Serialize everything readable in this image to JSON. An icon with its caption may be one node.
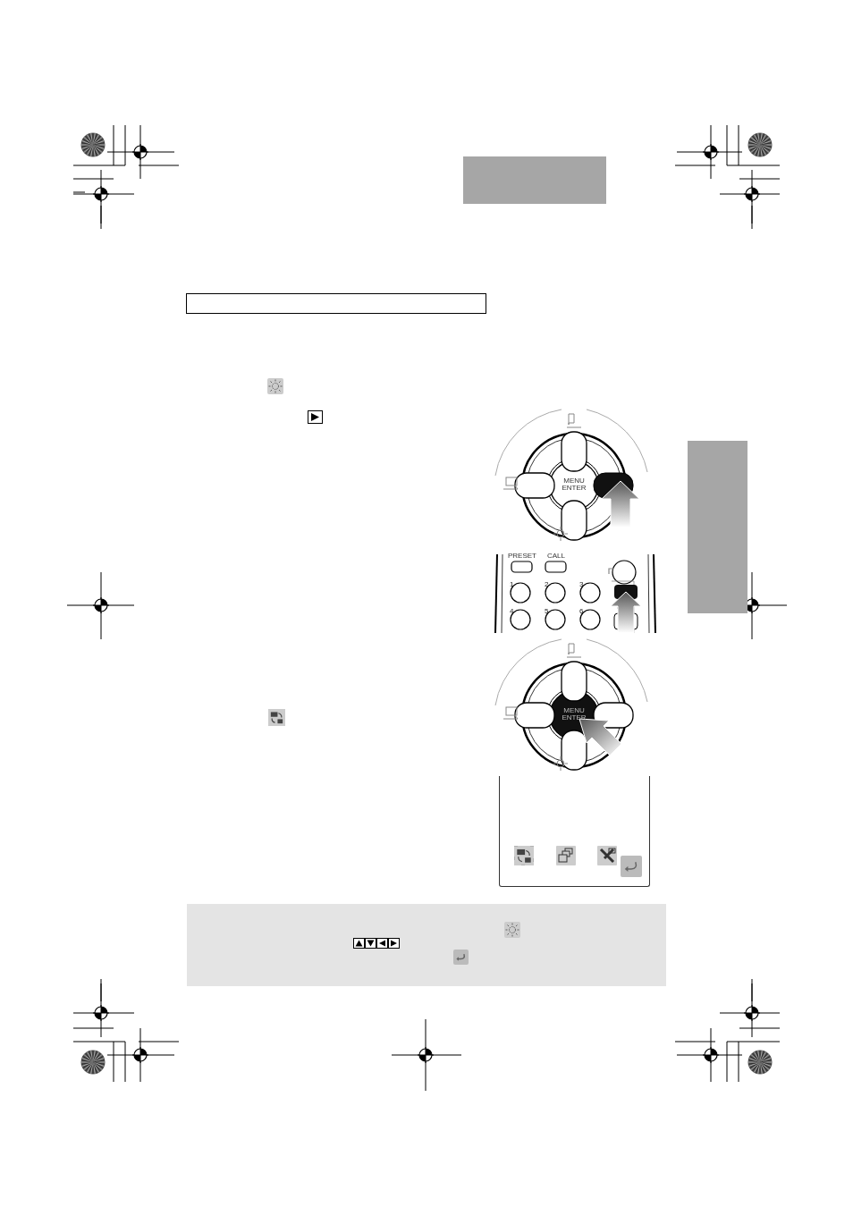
{
  "diagram": {
    "nodes": [
      {
        "text": [],
        "shape": "box"
      }
    ],
    "labels": [
      "MENU ENTER",
      "PRESET",
      "CALL",
      "1",
      "2",
      "3",
      "4",
      "5",
      "6",
      "MENU ENTER"
    ]
  }
}
